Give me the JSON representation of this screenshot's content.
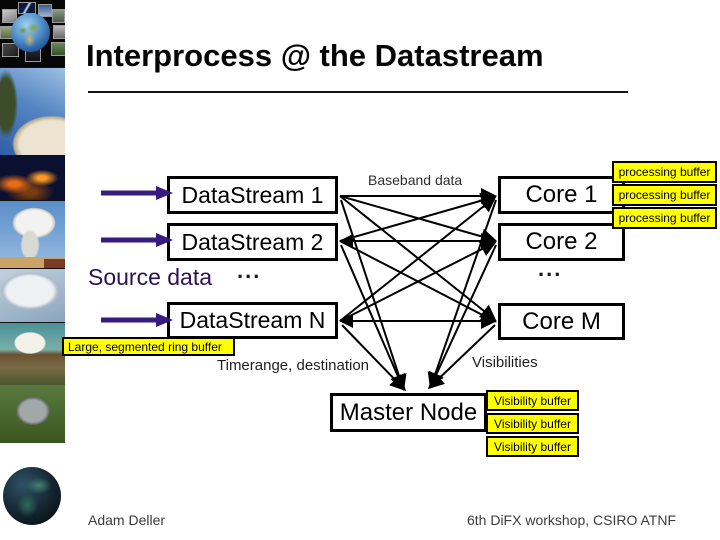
{
  "slide": {
    "title": "Interprocess @ the Datastream",
    "footer_left": "Adam Deller",
    "footer_right": "6th DiFX workshop, CSIRO ATNF"
  },
  "sidebar": {
    "photos": [
      {
        "name": "earth-collage"
      },
      {
        "name": "radio-dish-blue-sky"
      },
      {
        "name": "dishes-at-night"
      },
      {
        "name": "white-dish-daytime"
      },
      {
        "name": "dish-closeup"
      },
      {
        "name": "dish-on-hillside"
      },
      {
        "name": "dish-in-green-field"
      },
      {
        "name": "earth-globe-dark"
      }
    ]
  },
  "diagram": {
    "datastreams": [
      {
        "label": "DataStream 1"
      },
      {
        "label": "DataStream 2"
      },
      {
        "label": "DataStream N"
      }
    ],
    "cores": [
      {
        "label": "Core 1"
      },
      {
        "label": "Core 2"
      },
      {
        "label": "Core M"
      }
    ],
    "master_node": {
      "label": "Master Node"
    },
    "buffers": {
      "processing": [
        "processing buffer",
        "processing buffer",
        "processing buffer"
      ],
      "ring": "Large, segmented ring buffer",
      "visibility": [
        "Visibility buffer",
        "Visibility buffer",
        "Visibility buffer"
      ]
    },
    "labels": {
      "baseband": "Baseband data",
      "source": "Source data",
      "timerange": "Timerange, destination",
      "visibilities": "Visibilities",
      "ellipsis": "..."
    },
    "colors": {
      "buffer_yellow": "#FFFF00",
      "arrow_purple": "#371B7E",
      "line_black": "#000000",
      "source_text_purple": "#2D1155"
    }
  }
}
